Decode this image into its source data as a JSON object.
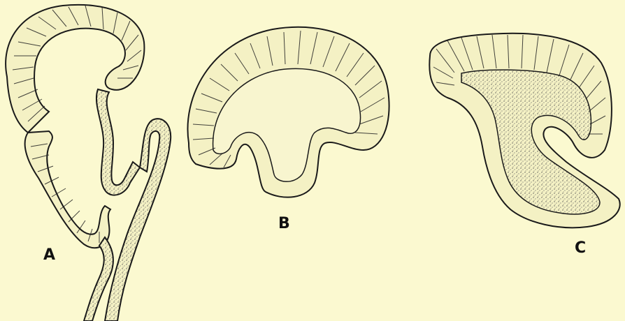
{
  "labels": {
    "a": "A",
    "b": "B",
    "c": "C"
  },
  "colors": {
    "background": "#fbf9d0",
    "ink": "#1a1a1a",
    "tissue_fill": "#f4f1c4"
  }
}
